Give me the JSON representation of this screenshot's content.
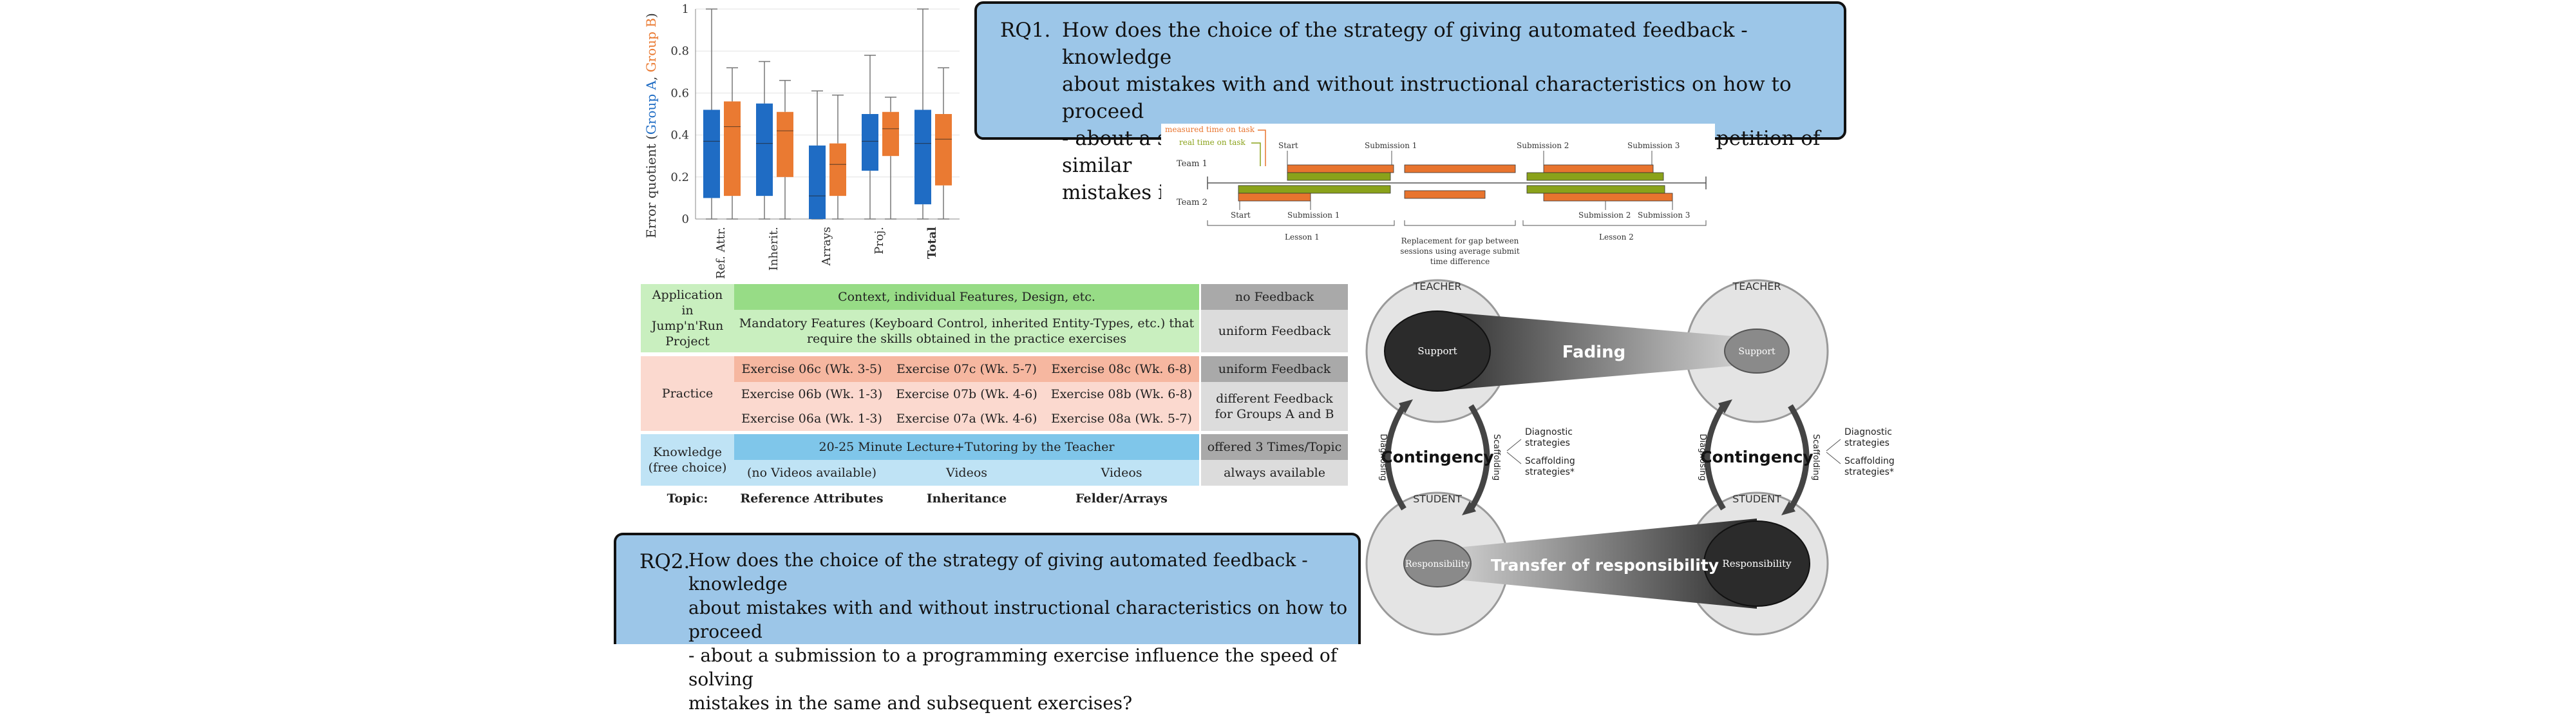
{
  "rq1": {
    "label": "RQ1.",
    "lines": [
      "How does the choice of the strategy of giving automated feedback - knowledge",
      "about mistakes with and without instructional characteristics on how to proceed",
      "- about a submission to a programming exercise influence the repetition of similar",
      "mistakes in subsequent exercises?"
    ]
  },
  "rq2": {
    "label": "RQ2.",
    "lines": [
      "How does the choice of the strategy of giving automated feedback - knowledge",
      "about mistakes with and without instructional characteristics on how to proceed",
      "- about a submission to a programming exercise influence the speed of solving",
      "mistakes in the same and subsequent exercises?"
    ]
  },
  "chart_data": {
    "type": "box",
    "ylabel_prefix": "Error quotient (",
    "ylabel_group_a": "Group A",
    "ylabel_sep": ", ",
    "ylabel_group_b": "Group B",
    "ylabel_suffix": ")",
    "ylim": [
      0,
      1
    ],
    "yticks": [
      "0",
      "0.2",
      "0.4",
      "0.6",
      "0.8",
      "1"
    ],
    "categories": [
      "Ref. Attr.",
      "Inherit.",
      "Arrays",
      "Proj.",
      "Total"
    ],
    "colors": {
      "group_a": "#1f6cc4",
      "group_b": "#ea7a32"
    },
    "series": [
      {
        "name": "Group A",
        "boxes": [
          {
            "min": 0.0,
            "q1": 0.1,
            "median": 0.37,
            "q3": 0.52,
            "max": 1.0
          },
          {
            "min": 0.0,
            "q1": 0.11,
            "median": 0.36,
            "q3": 0.55,
            "max": 0.75
          },
          {
            "min": 0.0,
            "q1": 0.0,
            "median": 0.11,
            "q3": 0.35,
            "max": 0.61
          },
          {
            "min": 0.0,
            "q1": 0.23,
            "median": 0.37,
            "q3": 0.5,
            "max": 0.78
          },
          {
            "min": 0.0,
            "q1": 0.07,
            "median": 0.36,
            "q3": 0.52,
            "max": 1.0
          }
        ]
      },
      {
        "name": "Group B",
        "boxes": [
          {
            "min": 0.0,
            "q1": 0.11,
            "median": 0.44,
            "q3": 0.56,
            "max": 0.72
          },
          {
            "min": 0.0,
            "q1": 0.2,
            "median": 0.42,
            "q3": 0.51,
            "max": 0.66
          },
          {
            "min": 0.0,
            "q1": 0.11,
            "median": 0.26,
            "q3": 0.36,
            "max": 0.59
          },
          {
            "min": 0.0,
            "q1": 0.3,
            "median": 0.43,
            "q3": 0.51,
            "max": 0.58
          },
          {
            "min": 0.0,
            "q1": 0.16,
            "median": 0.38,
            "q3": 0.5,
            "max": 0.72
          }
        ]
      }
    ]
  },
  "timeline": {
    "measured_label": "measured time on task",
    "real_label": "real time on task",
    "team1": "Team 1",
    "team2": "Team 2",
    "start_top": "Start",
    "sub1_top": "Submission 1",
    "sub2_top": "Submission 2",
    "sub3_top": "Submission 3",
    "start_bottom": "Start",
    "sub1_bottom": "Submission 1",
    "sub2_bottom": "Submission 2",
    "sub3_bottom": "Submission 3",
    "lesson1": "Lesson 1",
    "lesson2": "Lesson 2",
    "gap_line1": "Replacement for gap between",
    "gap_line2": "sessions using average submit",
    "gap_line3": "time difference",
    "colors": {
      "measured": "#e8742e",
      "real": "#8aa21a"
    }
  },
  "table": {
    "rows": {
      "app": "Application in Jump'n'Run Project",
      "practice": "Practice",
      "knowledge": "Knowledge (free choice)"
    },
    "app_context": "Context, individual Features, Design, etc.",
    "app_no_feedback": "no Feedback",
    "app_mandatory_l1": "Mandatory Features (Keyboard Control, inherited Entity-Types, etc.) that",
    "app_mandatory_l2": "require the skills obtained in the practice exercises",
    "app_uniform": "uniform Feedback",
    "ex": [
      [
        "Exercise 06c (Wk. 3-5)",
        "Exercise 07c (Wk. 5-7)",
        "Exercise 08c (Wk. 6-8)"
      ],
      [
        "Exercise 06b (Wk. 1-3)",
        "Exercise 07b (Wk. 4-6)",
        "Exercise 08b (Wk. 6-8)"
      ],
      [
        "Exercise 06a (Wk. 1-3)",
        "Exercise 07a (Wk. 4-6)",
        "Exercise 08a (Wk. 5-7)"
      ]
    ],
    "practice_uniform": "uniform Feedback",
    "practice_different": "different Feedback for Groups A and B",
    "lecture": "20-25 Minute Lecture+Tutoring by the Teacher",
    "offered": "offered 3 Times/Topic",
    "videos": [
      "(no Videos available)",
      "Videos",
      "Videos"
    ],
    "always": "always available",
    "topic_label": "Topic:",
    "topics": [
      "Reference Attributes",
      "Inheritance",
      "Felder/Arrays"
    ]
  },
  "scaffold": {
    "teacher": "TEACHER",
    "student": "STUDENT",
    "support": "Support",
    "responsibility": "Responsibility",
    "fading": "Fading",
    "transfer": "Transfer of responsibility",
    "contingency": "Contingency",
    "scaffolding": "Scaffolding",
    "diagnosing": "Diagnosing",
    "diagnostic_l1": "Diagnostic",
    "diagnostic_l2": "strategies",
    "scaff_strat_l1": "Scaffolding",
    "scaff_strat_l2": "strategies*"
  }
}
